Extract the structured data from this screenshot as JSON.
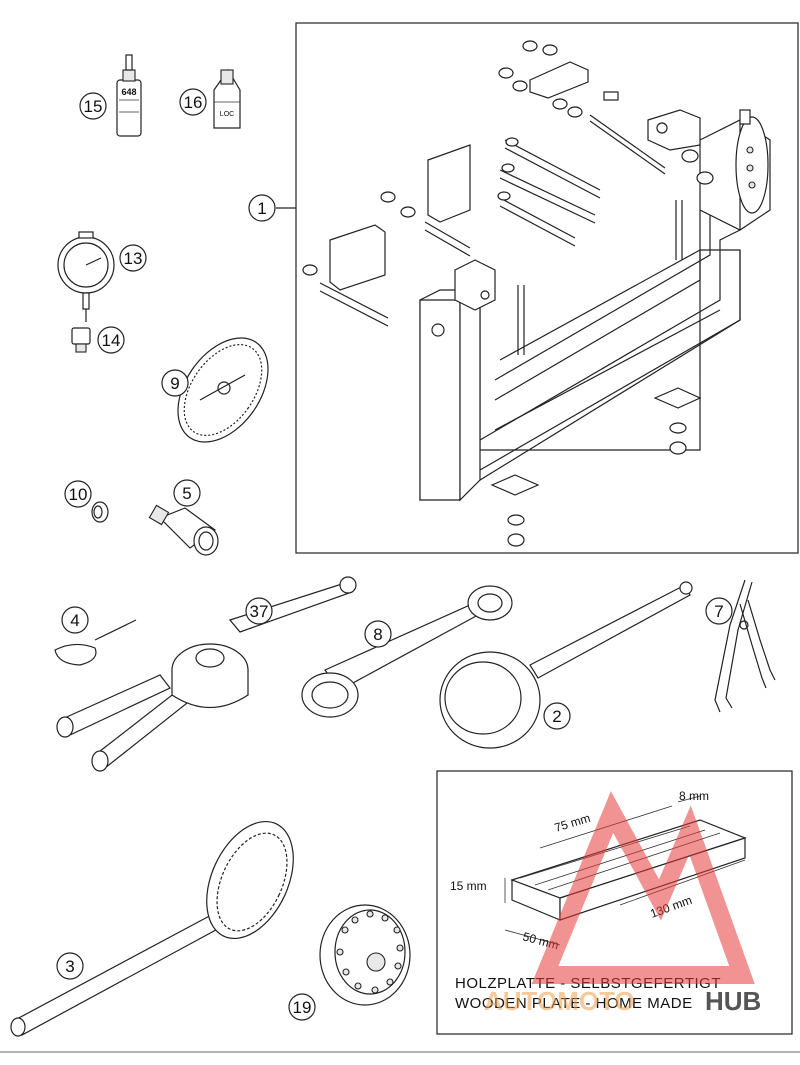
{
  "callouts": [
    {
      "id": "c1",
      "label": "1"
    },
    {
      "id": "c2",
      "label": "2"
    },
    {
      "id": "c3",
      "label": "3"
    },
    {
      "id": "c4",
      "label": "4"
    },
    {
      "id": "c5",
      "label": "5"
    },
    {
      "id": "c7",
      "label": "7"
    },
    {
      "id": "c8",
      "label": "8"
    },
    {
      "id": "c9",
      "label": "9"
    },
    {
      "id": "c10",
      "label": "10"
    },
    {
      "id": "c13",
      "label": "13"
    },
    {
      "id": "c14",
      "label": "14"
    },
    {
      "id": "c15",
      "label": "15"
    },
    {
      "id": "c16",
      "label": "16"
    },
    {
      "id": "c19",
      "label": "19"
    },
    {
      "id": "c37",
      "label": "37"
    }
  ],
  "product_labels": {
    "loctite_648": "648",
    "loctite_16": "LOC"
  },
  "wooden_plate": {
    "dim_length": "75 mm",
    "dim_thickness_top": "8 mm",
    "dim_height": "15 mm",
    "dim_width": "50 mm",
    "dim_diagonal": "130 mm",
    "caption_de": "HOLZPLATTE - SELBSTGEFERTIGT",
    "caption_en": "WOODEN PLATE - HOME MADE"
  },
  "watermark": {
    "text_left": "AUTOMOTO",
    "text_right": "HUB",
    "color": "#e83a3a"
  }
}
